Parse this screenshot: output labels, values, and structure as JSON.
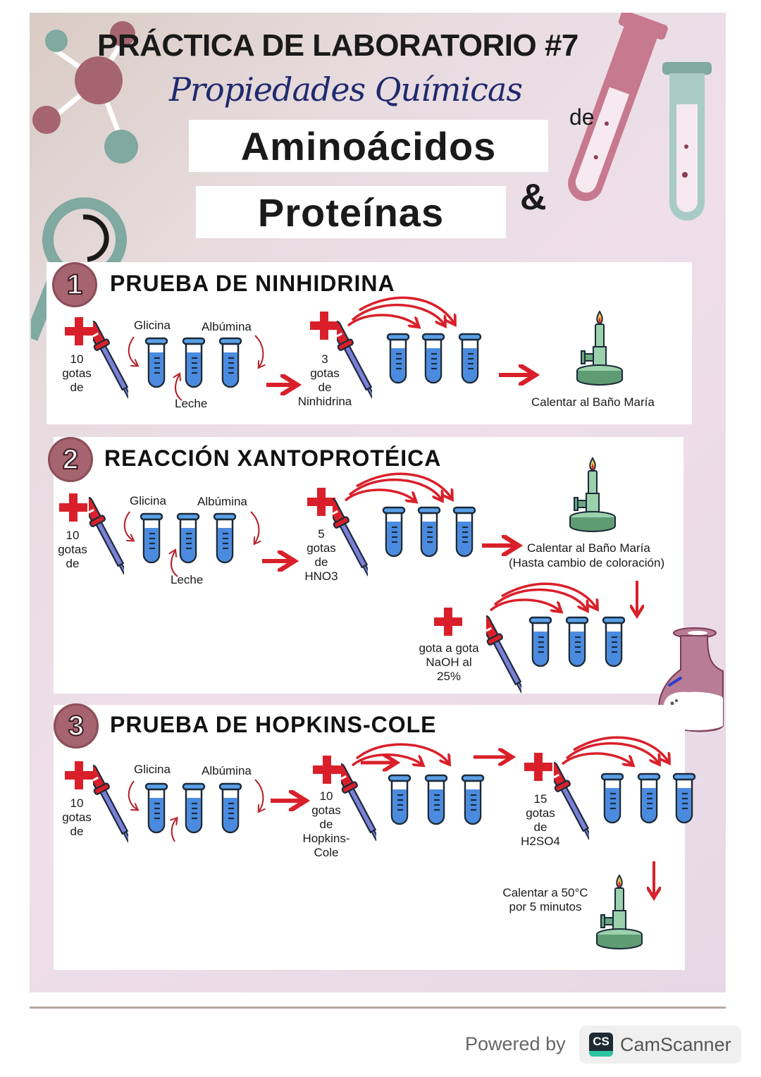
{
  "header": {
    "title": "PRÁCTICA DE LABORATORIO #7",
    "subtitle": "Propiedades Químicas",
    "connector_de": "de",
    "word1": "Aminoácidos",
    "ampersand": "&",
    "word2": "Proteínas"
  },
  "colors": {
    "accent_red": "#d9202a",
    "tube_blue": "#4a8be0",
    "badge_mauve": "#a5646f",
    "burner_green": "#7fbf93",
    "script_navy": "#1f2a6e"
  },
  "sections": [
    {
      "number": "1",
      "title": "PRUEBA DE NINHIDRINA",
      "step1": {
        "drops_label": [
          "10",
          "gotas",
          "de"
        ],
        "samples": [
          "Glicina",
          "Leche",
          "Albúmina"
        ]
      },
      "step2": {
        "drops_label": [
          "3",
          "gotas",
          "de",
          "Ninhidrina"
        ]
      },
      "step3": {
        "action": "Calentar al Baño María"
      }
    },
    {
      "number": "2",
      "title": "REACCIÓN XANTOPROTÉICA",
      "step1": {
        "drops_label": [
          "10",
          "gotas",
          "de"
        ],
        "samples": [
          "Glicina",
          "Leche",
          "Albúmina"
        ]
      },
      "step2": {
        "drops_label": [
          "5",
          "gotas",
          "de",
          "HNO3"
        ]
      },
      "step3": {
        "action": "Calentar al Baño María",
        "note": "(Hasta cambio de coloración)"
      },
      "step4": {
        "drops_label": [
          "gota a gota",
          "NaOH al",
          "25%"
        ]
      }
    },
    {
      "number": "3",
      "title": "PRUEBA DE HOPKINS-COLE",
      "step1": {
        "drops_label": [
          "10",
          "gotas",
          "de"
        ],
        "samples": [
          "Glicina",
          "Albúmina"
        ]
      },
      "step2": {
        "drops_label": [
          "10",
          "gotas",
          "de",
          "Hopkins-",
          "Cole"
        ]
      },
      "step3": {
        "drops_label": [
          "15",
          "gotas",
          "de",
          "H2SO4"
        ]
      },
      "step4": {
        "action_line1": "Calentar a 50°C",
        "action_line2": "por 5 minutos"
      }
    }
  ],
  "footer": {
    "powered_by": "Powered by",
    "logo_text": "CS",
    "brand": "CamScanner"
  }
}
